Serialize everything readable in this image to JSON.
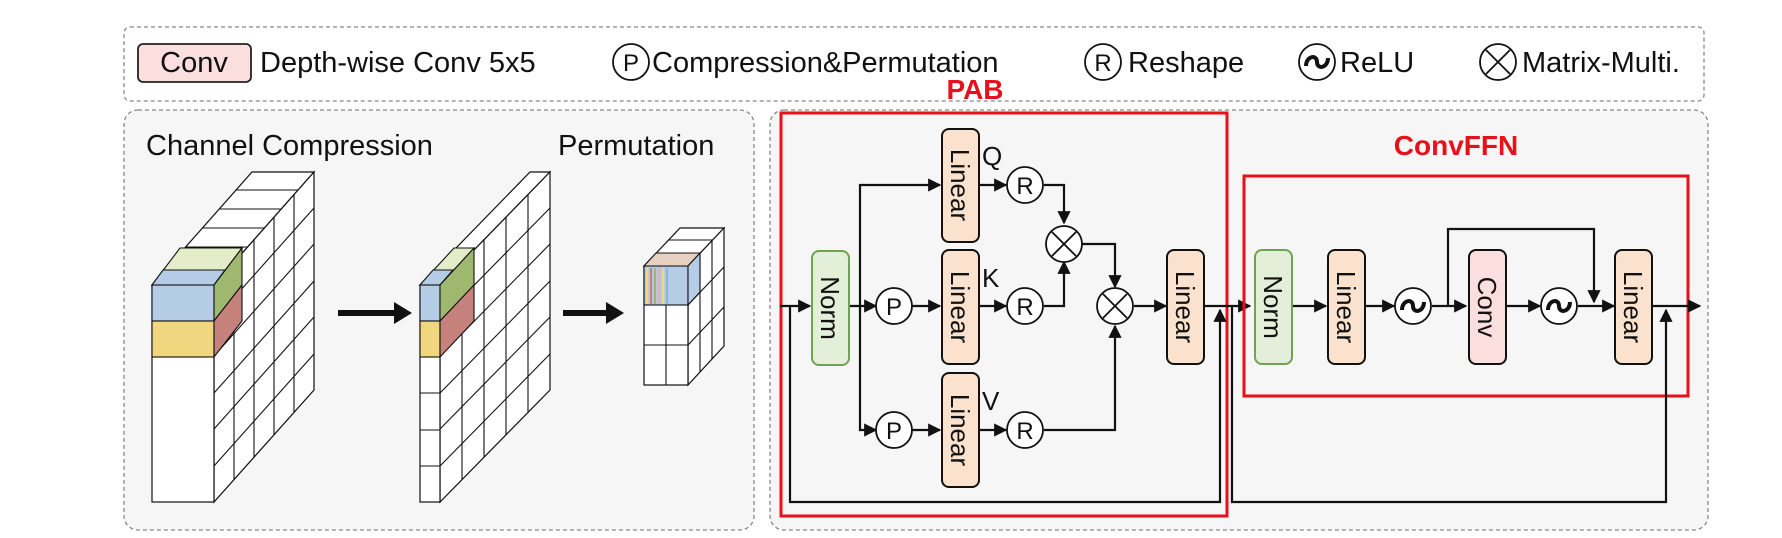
{
  "legend": {
    "conv_box": "Conv",
    "conv_desc": "Depth-wise Conv 5x5",
    "p_symbol": "P",
    "p_desc": "Compression&Permutation",
    "r_symbol": "R",
    "r_desc": "Reshape",
    "relu_desc": "ReLU",
    "matmul_desc": "Matrix-Multi."
  },
  "left_panel": {
    "title_compression": "Channel Compression",
    "title_permutation": "Permutation"
  },
  "pab": {
    "title": "PAB",
    "norm": "Norm",
    "linear_q": "Linear",
    "linear_k": "Linear",
    "linear_v": "Linear",
    "linear_out": "Linear",
    "q": "Q",
    "k": "K",
    "v": "V",
    "p_symbol": "P",
    "r_symbol": "R"
  },
  "convffn": {
    "title": "ConvFFN",
    "norm": "Norm",
    "linear_in": "Linear",
    "conv": "Conv",
    "linear_out": "Linear"
  },
  "colors": {
    "highlight_red": "#e8101a",
    "norm_fill": "#e3efd9",
    "norm_stroke": "#6fa352",
    "linear_fill": "#fbe2cf",
    "conv_fill": "#fbdede",
    "panel_fill": "#f6f6f6",
    "cube_blue": "#b4cce6",
    "cube_yellow": "#f0d67e",
    "cube_green": "#e4ecc8",
    "cube_red": "#c5817b"
  }
}
